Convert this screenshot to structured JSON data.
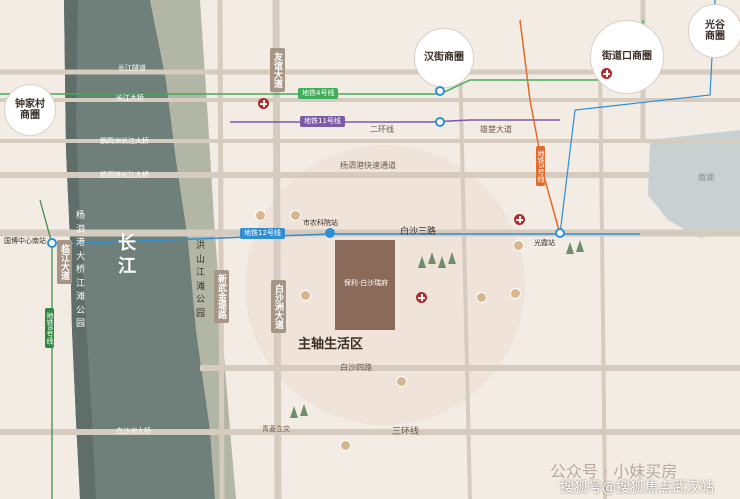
{
  "regions": {
    "zhongjiacun": "钟家村\n商圈",
    "hanjie": "汉街商圈",
    "jiedaokou": "街道口商圈",
    "guanggu": "光谷\n商圈",
    "main_axis": "主轴生活区",
    "nanhu": "南湖"
  },
  "river": {
    "changjiang": "长\n江",
    "bridge_vertical": "杨\n泗\n港\n大\n桥\n江\n滩\n公\n园",
    "hongshan_vertical": "洪\n山\n江\n滩\n公\n园"
  },
  "roads": {
    "erhuan": "二环线",
    "sanhuan": "三环线",
    "xiongchu": "雄楚大道",
    "yangsigang": "杨泗港快速通道",
    "baisha_san": "白沙三路",
    "baisha_si": "白沙四路",
    "youyi": "友谊大道",
    "xinwujin": "新武金堤路",
    "baishazhou": "白沙洲大道",
    "linjiang": "临江大道",
    "changjiang_tunnel": "长江隧道",
    "changjiang_bridge": "长江大桥",
    "yingwuzhou": "鹦鹉洲长江大桥",
    "yangsigang_bridge": "杨泗港长江大桥",
    "baishazhou_bridge": "白沙洲大桥",
    "qingling": "青菱立交"
  },
  "metro": {
    "line4": "地铁4号线",
    "line11": "地铁11号线",
    "line12": "地铁12号线",
    "line5": "地铁5号线",
    "line6": "地铁6号线",
    "shinongke": "市农科院站",
    "guoboguan": "国博中心南站",
    "guangming": "光霞站"
  },
  "project": {
    "name": "保利·白沙瑞府"
  },
  "watermark": {
    "wechat": "公众号 · 小妹买房",
    "sohu": "搜狐号@搜狐焦点武汉站"
  },
  "icons": {
    "hospital": "hospital-icon",
    "metro": "metro-icon",
    "school": "school-icon"
  },
  "colors": {
    "river": "#6f7f7a",
    "line4": "#3fae5a",
    "line11": "#7d5aa6",
    "line12": "#2f8fd3",
    "line5": "#e06b2a",
    "line6": "#2f8a3f",
    "hospital": "#b42a2a",
    "main_circle": "#efe3d9"
  }
}
